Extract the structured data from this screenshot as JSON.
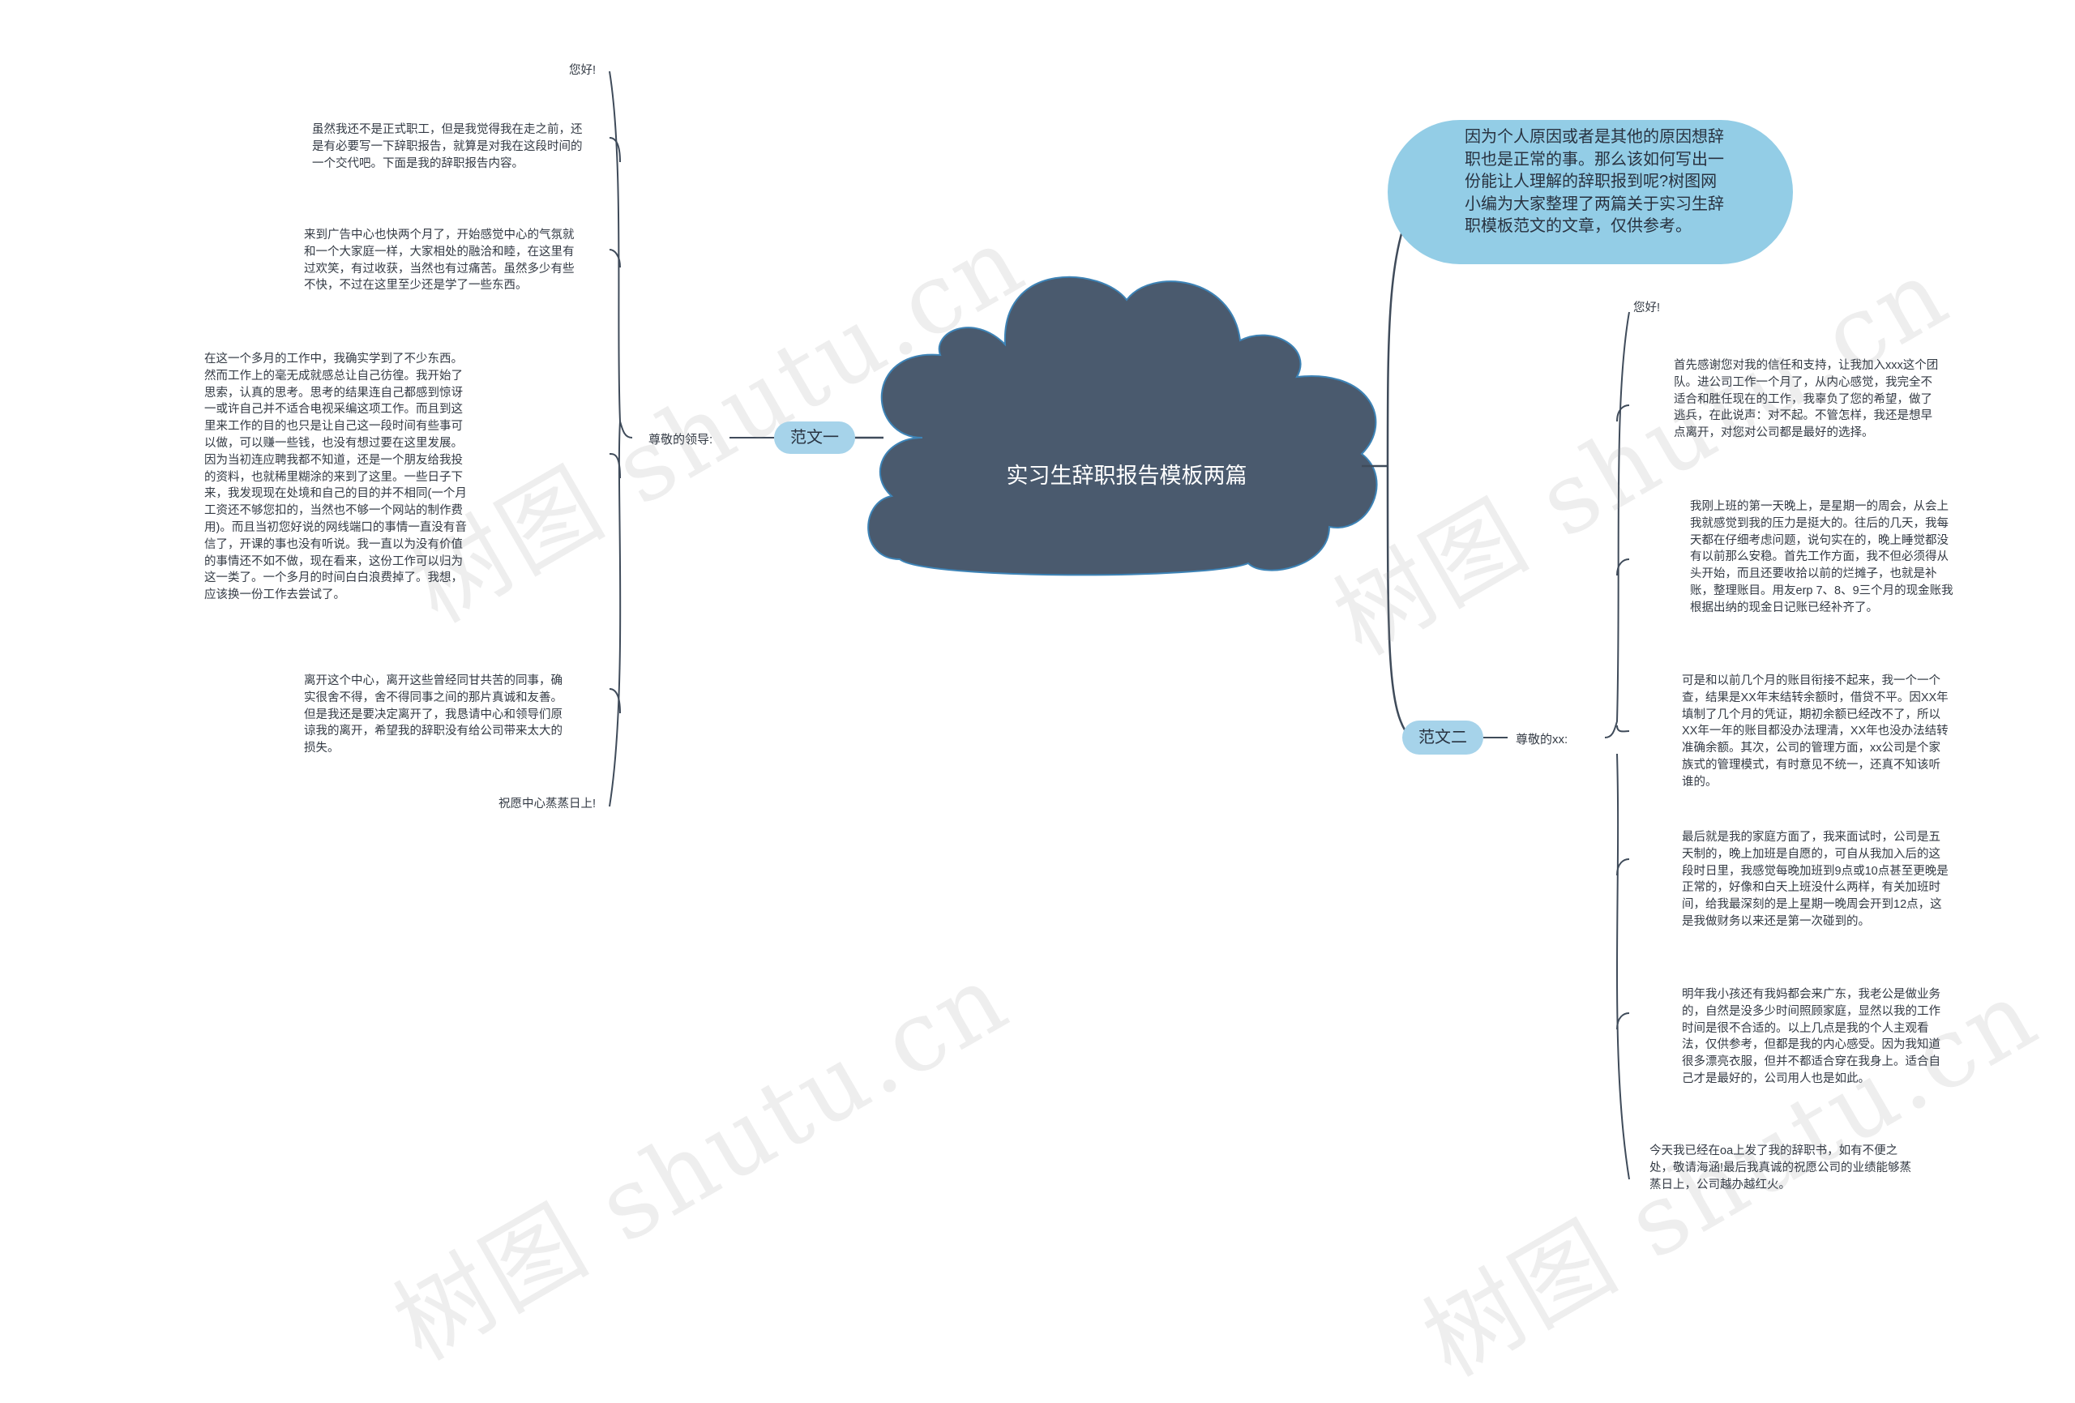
{
  "center": {
    "title": "实习生辞职报告模板两篇"
  },
  "intro": {
    "text": "因为个人原因或者是其他的原因想辞职也是正常的事。那么该如何写出一份能让人理解的辞职报到呢?树图网小编为大家整理了两篇关于实习生辞职模板范文的文章，仅供参考。"
  },
  "branch_one": {
    "label": "范文一",
    "salutation": "尊敬的领导:",
    "items": [
      "您好!",
      "虽然我还不是正式职工，但是我觉得我在走之前，还是有必要写一下辞职报告，就算是对我在这段时间的一个交代吧。下面是我的辞职报告内容。",
      "来到广告中心也快两个月了，开始感觉中心的气氛就和一个大家庭一样，大家相处的融洽和睦，在这里有过欢笑，有过收获，当然也有过痛苦。虽然多少有些不快，不过在这里至少还是学了一些东西。",
      "在这一个多月的工作中，我确实学到了不少东西。然而工作上的毫无成就感总让自己彷徨。我开始了思索，认真的思考。思考的结果连自己都感到惊讶一或许自己并不适合电视采编这项工作。而且到这里来工作的目的也只是让自己这一段时间有些事可以做，可以赚一些钱，也没有想过要在这里发展。因为当初连应聘我都不知道，还是一个朋友给我投的资料，也就稀里糊涂的来到了这里。一些日子下来，我发现现在处境和自己的目的并不相同(一个月工资还不够您扣的，当然也不够一个网站的制作费用)。而且当初您好说的网线端口的事情一直没有音信了，开课的事也没有听说。我一直以为没有价值的事情还不如不做，现在看来，这份工作可以归为这一类了。一个多月的时间白白浪费掉了。我想，应该换一份工作去尝试了。",
      "离开这个中心，离开这些曾经同甘共苦的同事，确实很舍不得，舍不得同事之间的那片真诚和友善。但是我还是要决定离开了，我恳请中心和领导们原谅我的离开，希望我的辞职没有给公司带来太大的损失。",
      "祝愿中心蒸蒸日上!"
    ]
  },
  "branch_two": {
    "label": "范文二",
    "salutation": "尊敬的xx:",
    "items": [
      "您好!",
      "首先感谢您对我的信任和支持，让我加入xxx这个团队。进公司工作一个月了，从内心感觉，我完全不适合和胜任现在的工作，我辜负了您的希望，做了逃兵，在此说声：对不起。不管怎样，我还是想早点离开，对您对公司都是最好的选择。",
      "我刚上班的第一天晚上，是星期一的周会，从会上我就感觉到我的压力是挺大的。往后的几天，我每天都在仔细考虑问题，说句实在的，晚上睡觉都没有以前那么安稳。首先工作方面，我不但必须得从头开始，而且还要收拾以前的烂摊子，也就是补账，整理账目。用友erp 7、8、9三个月的现金账我根据出纳的现金日记账已经补齐了。",
      "可是和以前几个月的账目衔接不起来，我一个一个查，结果是XX年末结转余额时，借贷不平。因XX年填制了几个月的凭证，期初余额已经改不了，所以XX年一年的账目都没办法理清，XX年也没办法结转准确余额。其次，公司的管理方面，xx公司是个家族式的管理模式，有时意见不统一，还真不知该听谁的。",
      "最后就是我的家庭方面了，我来面试时，公司是五天制的，晚上加班是自愿的，可自从我加入后的这段时日里，我感觉每晚加班到9点或10点甚至更晚是正常的，好像和白天上班没什么两样，有关加班时间，给我最深刻的是上星期一晚周会开到12点，这是我做财务以来还是第一次碰到的。",
      "明年我小孩还有我妈都会来广东，我老公是做业务的，自然是没多少时间照顾家庭，显然以我的工作时间是很不合适的。以上几点是我的个人主观看法，仅供参考，但都是我的内心感受。因为我知道很多漂亮衣服，但并不都适合穿在我身上。适合自己才是最好的，公司用人也是如此。",
      "今天我已经在oa上发了我的辞职书，如有不便之处，敬请海涵!最后我真诚的祝愿公司的业绩能够蒸蒸日上，公司越办越红火。"
    ]
  },
  "watermark": {
    "text": "树图 shutu.cn"
  },
  "colors": {
    "cloud": "#4a5a6e",
    "intro_bg": "#93cde6",
    "pill_bg": "#a6d3ea",
    "line": "#3f4b5a"
  }
}
